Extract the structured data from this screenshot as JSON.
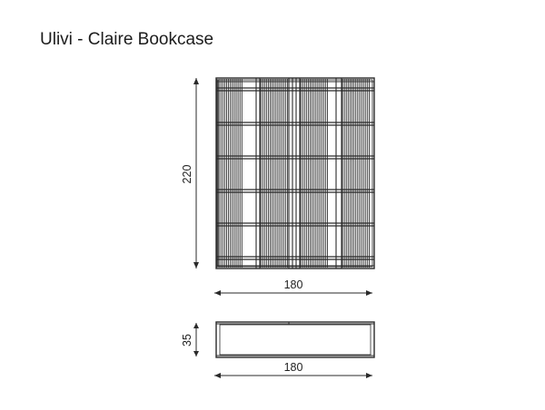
{
  "title": "Ulivi - Claire Bookcase",
  "dimensions": {
    "front_height": "220",
    "front_width": "180",
    "top_depth": "35",
    "top_width": "180"
  },
  "colors": {
    "line": "#2a2a2a",
    "background": "#ffffff"
  }
}
